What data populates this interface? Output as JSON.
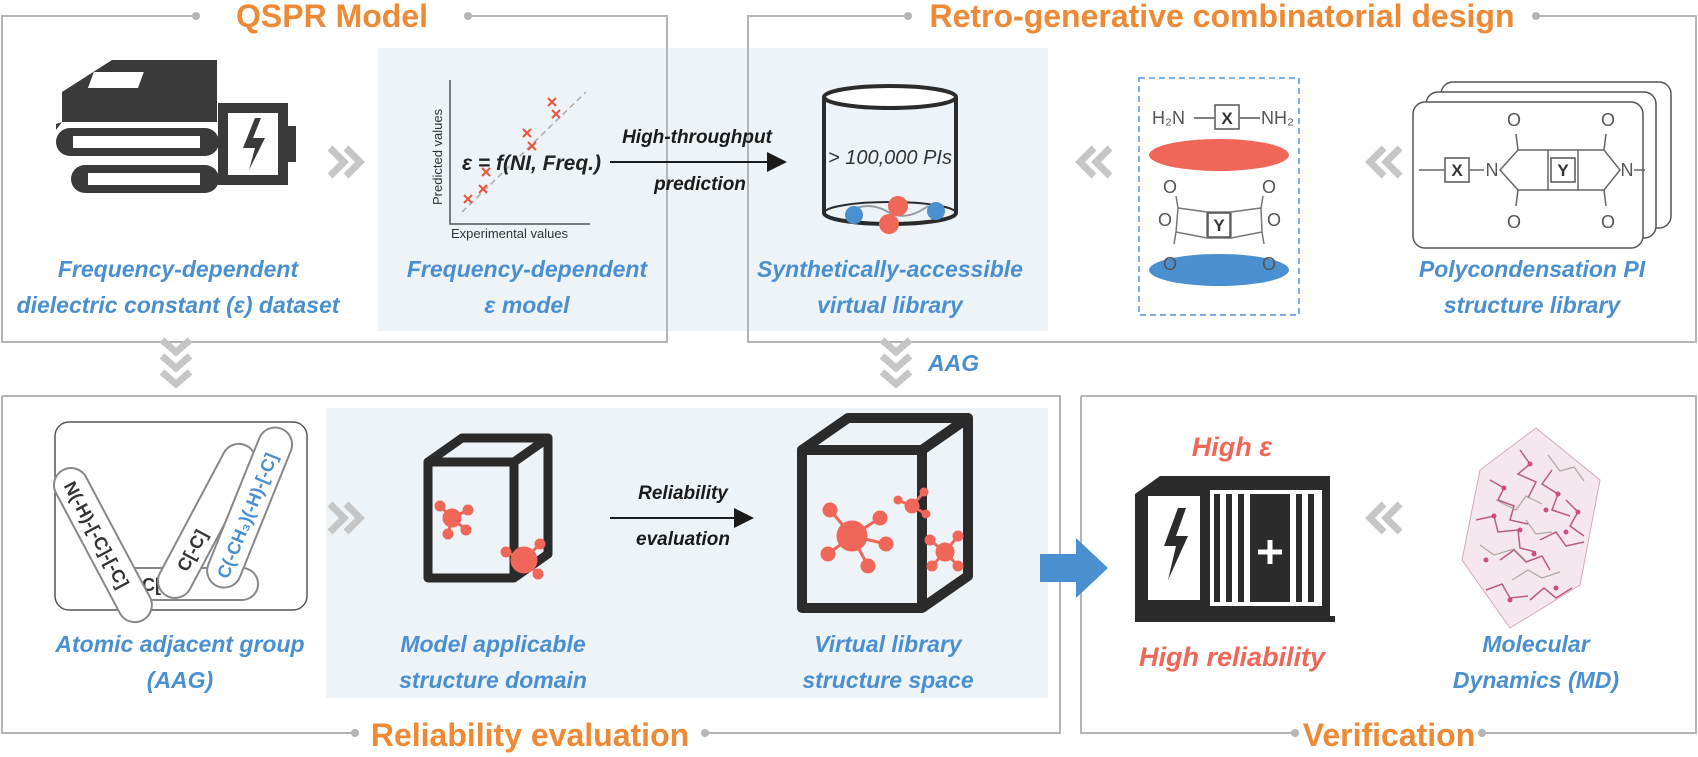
{
  "sections": {
    "qspr": "QSPR Model",
    "retro": "Retro-generative combinatorial design",
    "reliability": "Reliability evaluation",
    "verification": "Verification"
  },
  "labels": {
    "dataset_1": "Frequency-dependent",
    "dataset_2": "dielectric constant (ε) dataset",
    "model_1": "Frequency-dependent",
    "model_2": "ε model",
    "vlib_1": "Synthetically-accessible",
    "vlib_2": "virtual library",
    "pi_1": "Polycondensation PI",
    "pi_2": "structure library",
    "aag_1": "Atomic adjacent group",
    "aag_2": "(AAG)",
    "domain_1": "Model applicable",
    "domain_2": "structure domain",
    "space_1": "Virtual library",
    "space_2": "structure space",
    "md_1": "Molecular",
    "md_2": "Dynamics (MD)",
    "aag_arrow": "AAG"
  },
  "arrows": {
    "high_throughput_1": "High-throughput",
    "high_throughput_2": "prediction",
    "reliability_1": "Reliability",
    "reliability_2": "evaluation"
  },
  "plot": {
    "ylabel": "Predicted values",
    "xlabel": "Experimental values",
    "equation": "ε = f(NI, Freq.)"
  },
  "library": {
    "count": "> 100,000 PIs"
  },
  "chemistry": {
    "h2n": "H₂N",
    "nh2": "NH₂",
    "x": "X",
    "y": "Y",
    "o": "O",
    "n": "N"
  },
  "aag_groups": {
    "g1": "N(-H)-[-C]-[-C]",
    "g2": "C(-CH₃)(-H)-[-C]",
    "g3": "C[-C]",
    "g4": "C[-C]"
  },
  "battery": {
    "high_eps": "High ε",
    "high_rel": "High reliability"
  },
  "colors": {
    "orange": "#ee8a35",
    "blue": "#4a8fcf",
    "red": "#f0675a",
    "dark": "#2b2b2b",
    "panel": "#eef3f7"
  }
}
